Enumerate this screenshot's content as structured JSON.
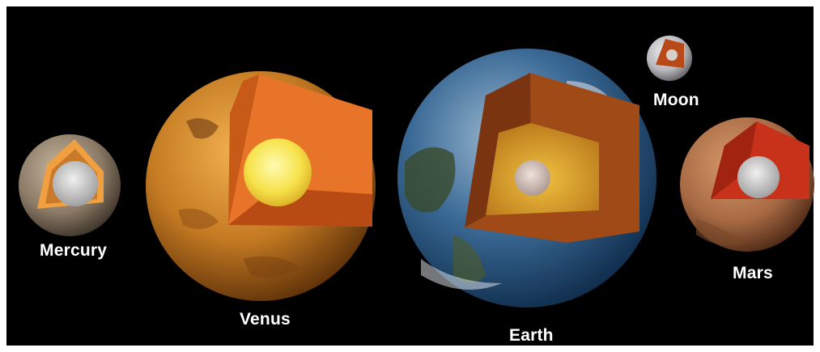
{
  "planets": [
    {
      "id": "mercury",
      "label": "Mercury"
    },
    {
      "id": "venus",
      "label": "Venus"
    },
    {
      "id": "earth",
      "label": "Earth"
    },
    {
      "id": "moon",
      "label": "Moon"
    },
    {
      "id": "mars",
      "label": "Mars"
    }
  ],
  "colors": {
    "background": "#000000",
    "frame": "#ffffff",
    "label": "#ffffff",
    "mercury_surface": "#8a7a66",
    "mercury_mantle": "#f0a040",
    "mercury_core": "#bdbdbd",
    "venus_surface": "#c47a22",
    "venus_mantle": "#e8742a",
    "venus_core": "#f6e24a",
    "earth_ocean": "#2a5c8c",
    "earth_mantle": "#a04a18",
    "earth_outer_core": "#d69a2a",
    "earth_inner_core": "#c8b8b0",
    "moon_surface": "#b8b8bc",
    "moon_mantle": "#b84a1a",
    "mars_surface": "#a86a44",
    "mars_mantle": "#c8321a",
    "mars_core": "#b8b4b0"
  }
}
